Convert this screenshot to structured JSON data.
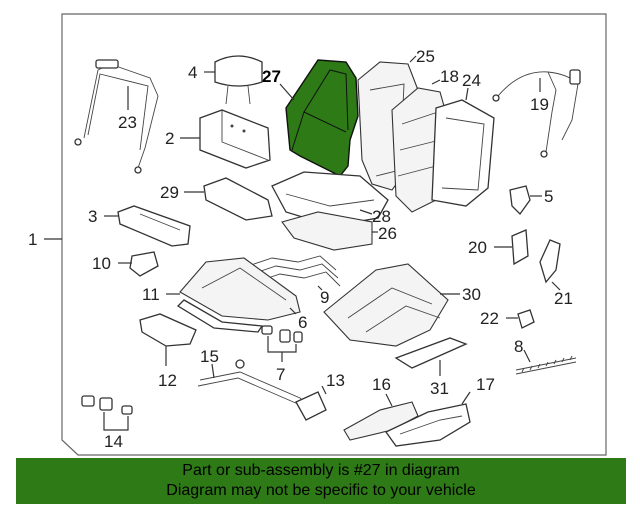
{
  "diagram": {
    "frame_label": "1",
    "highlight_color": "#2d7a16",
    "highlighted_part": "27",
    "callouts": {
      "c2": "2",
      "c3": "3",
      "c4": "4",
      "c5": "5",
      "c6": "6",
      "c7": "7",
      "c8": "8",
      "c9": "9",
      "c10": "10",
      "c11": "11",
      "c12": "12",
      "c13": "13",
      "c14": "14",
      "c15": "15",
      "c16": "16",
      "c17": "17",
      "c18": "18",
      "c19": "19",
      "c20": "20",
      "c21": "21",
      "c22": "22",
      "c23": "23",
      "c24": "24",
      "c25": "25",
      "c26": "26",
      "c27": "27",
      "c28": "28",
      "c29": "29",
      "c30": "30",
      "c31": "31"
    }
  },
  "banner": {
    "line1": "Part or sub-assembly is #27 in diagram",
    "line2": "Diagram may not be specific to your vehicle",
    "background": "#2d7a16"
  }
}
